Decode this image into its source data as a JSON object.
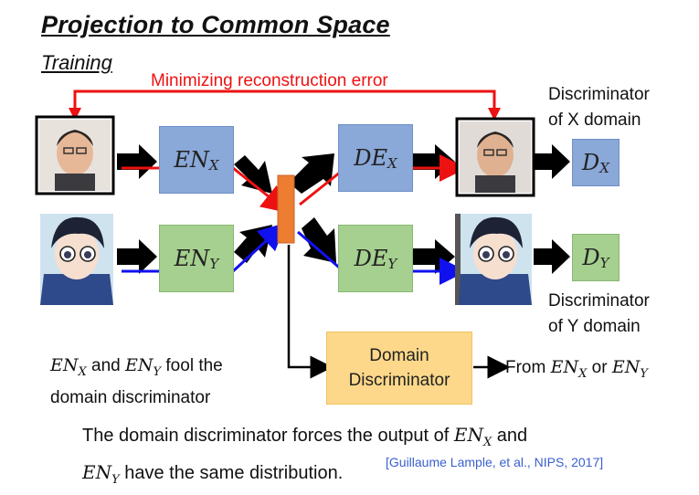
{
  "title": "Projection to Common Space",
  "subtitle": "Training",
  "reconstruction_label": "Minimizing reconstruction error",
  "discriminator_x_label": [
    "Discriminator",
    "of X domain"
  ],
  "discriminator_y_label": [
    "Discriminator",
    "of Y domain"
  ],
  "encoder_x": {
    "base": "EN",
    "sub": "X"
  },
  "encoder_y": {
    "base": "EN",
    "sub": "Y"
  },
  "decoder_x": {
    "base": "DE",
    "sub": "X"
  },
  "decoder_y": {
    "base": "DE",
    "sub": "Y"
  },
  "disc_x": {
    "base": "D",
    "sub": "X"
  },
  "disc_y": {
    "base": "D",
    "sub": "Y"
  },
  "domain_discriminator": [
    "Domain",
    "Discriminator"
  ],
  "from_text": {
    "prefix": "From ",
    "a": "EN",
    "a_sub": "X",
    "mid": " or ",
    "b": "EN",
    "b_sub": "Y"
  },
  "fool_text": {
    "a": "EN",
    "a_sub": "X",
    "and": " and ",
    "b": "EN",
    "b_sub": "Y",
    "rest": " fool the",
    "line2": "domain discriminator"
  },
  "footer": {
    "line1": "The domain discriminator forces the output of ",
    "f_a": "EN",
    "f_a_sub": "X",
    "f_and": " and",
    "f_b": "EN",
    "f_b_sub": "Y",
    "line2": " have the same distribution."
  },
  "citation": "[Guillaume Lample, et al., NIPS, 2017]",
  "colors": {
    "red": "#ee1111",
    "blue": "#1111ee",
    "encoder_x_fill": "#8aa8d8",
    "encoder_y_fill": "#a6d08f",
    "code_fill": "#ed7d31",
    "domain_disc_fill": "#fdd88a"
  }
}
